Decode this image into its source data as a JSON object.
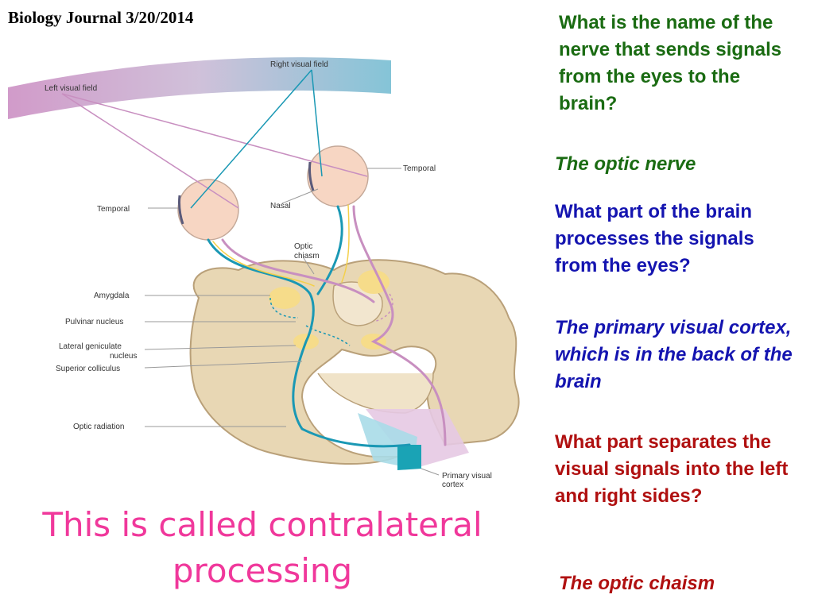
{
  "journal_title": "Biology Journal 3/20/2014",
  "questions": [
    {
      "question": "What is the name of the nerve that sends signals from the eyes to the brain?",
      "answer": "The optic nerve"
    },
    {
      "question": "What part of the brain processes the signals from the eyes?",
      "answer": "The primary visual cortex, which is in the back of the brain"
    },
    {
      "question": "What part separates the visual signals into the left and right sides?",
      "answer": "The optic chaism"
    }
  ],
  "callout": "This is called contralateral processing",
  "diagram": {
    "labels": {
      "right_visual_field": "Right visual field",
      "left_visual_field": "Left visual field",
      "temporal_right": "Temporal",
      "temporal_left": "Temporal",
      "nasal": "Nasal",
      "optic_chiasm_1": "Optic",
      "optic_chiasm_2": "chiasm",
      "amygdala": "Amygdala",
      "pulvinar": "Pulvinar nucleus",
      "lgn_1": "Lateral geniculate",
      "lgn_2": "nucleus",
      "superior_colliculus": "Superior colliculus",
      "optic_radiation": "Optic radiation",
      "primary_cortex_1": "Primary visual",
      "primary_cortex_2": "cortex"
    },
    "colors": {
      "brain": "#e8d7b4",
      "brain_outline": "#b9a079",
      "right_path": "#1a98b4",
      "left_path": "#c88fc0",
      "eye": "#f7d6c3",
      "nucleus": "#f6dc8a"
    }
  }
}
